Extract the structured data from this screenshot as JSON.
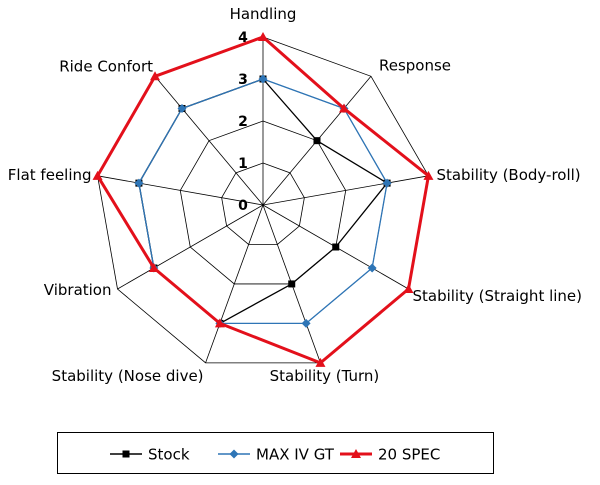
{
  "chart_data": {
    "type": "radar",
    "axes": [
      "Handling",
      "Response",
      "Stability (Body-roll)",
      "Stability (Straight line)",
      "Stability (Turn)",
      "Stability (Nose dive)",
      "Vibration",
      "Flat feeling",
      "Ride Confort"
    ],
    "rlim": [
      0,
      4
    ],
    "ticks": [
      "0",
      "1",
      "2",
      "3",
      "4"
    ],
    "grid": true,
    "series": [
      {
        "name": "Stock",
        "color": "#000000",
        "marker": "square",
        "values": [
          3,
          2,
          3,
          2,
          2,
          3,
          3,
          3,
          3
        ]
      },
      {
        "name": "MAX IV GT",
        "color": "#2e75b6",
        "marker": "diamond",
        "values": [
          3,
          3,
          3,
          3,
          3,
          3,
          3,
          3,
          3
        ]
      },
      {
        "name": "20 SPEC",
        "color": "#e3101b",
        "marker": "triangle",
        "values": [
          4,
          3,
          4,
          4,
          4,
          3,
          3,
          4,
          4
        ]
      }
    ],
    "legend_position": "bottom"
  }
}
